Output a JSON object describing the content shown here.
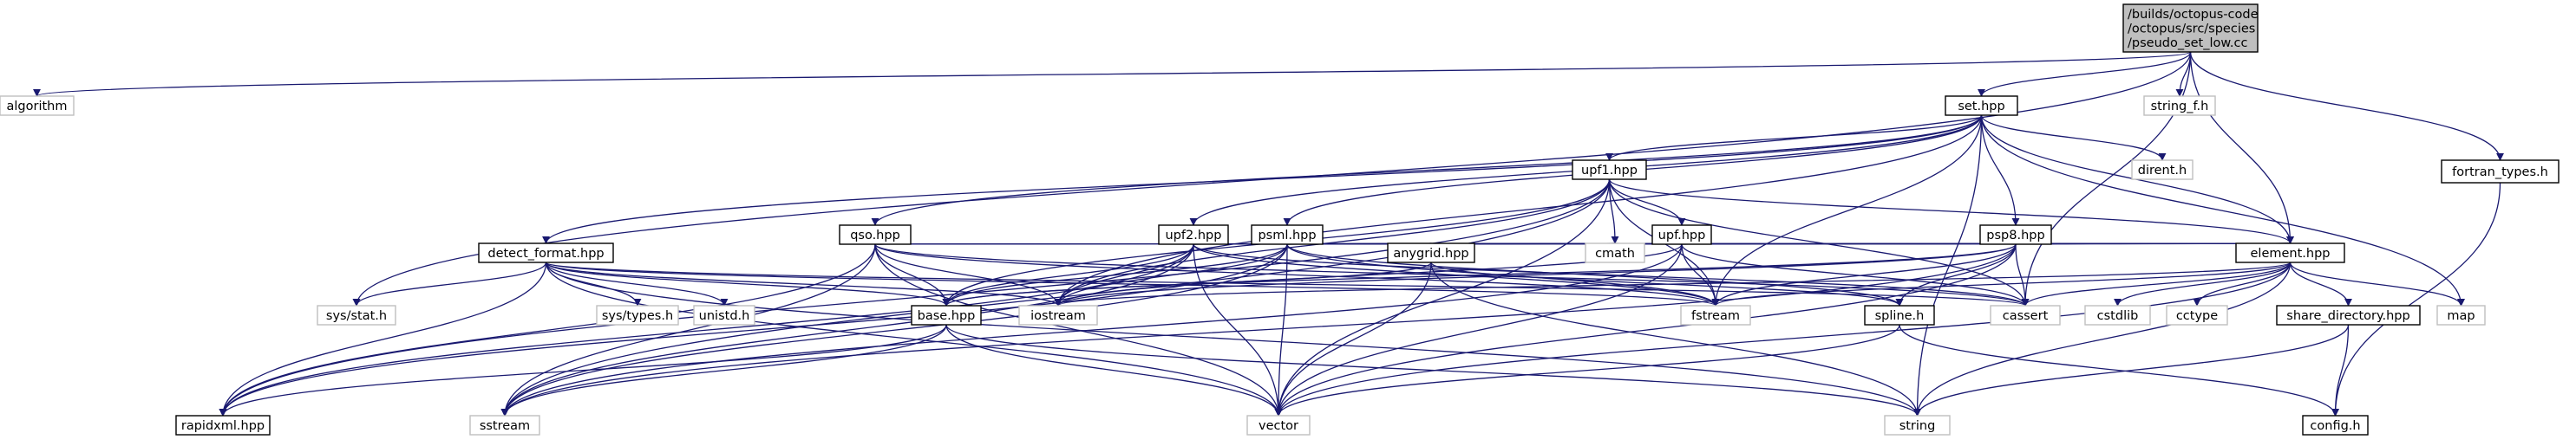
{
  "title": "/builds/octopus-code/octopus/src/species/pseudo_set_low.cc",
  "colors": {
    "edge": "#191970",
    "root_fill": "#bfbfbf",
    "root_border": "#000000",
    "doc_border": "#000000",
    "ext_border": "#bfbfbf",
    "ext_text": "#6f6f6f"
  },
  "nodes": {
    "root": {
      "lines": [
        "/builds/octopus-code",
        "/octopus/src/species",
        "/pseudo_set_low.cc"
      ],
      "kind": "root"
    },
    "algorithm": {
      "lines": [
        "algorithm"
      ],
      "kind": "ext"
    },
    "set": {
      "lines": [
        "set.hpp"
      ],
      "kind": "doc"
    },
    "string_f": {
      "lines": [
        "string_f.h"
      ],
      "kind": "ext"
    },
    "fortran": {
      "lines": [
        "fortran_types.h"
      ],
      "kind": "doc"
    },
    "upf1": {
      "lines": [
        "upf1.hpp"
      ],
      "kind": "doc"
    },
    "dirent": {
      "lines": [
        "dirent.h"
      ],
      "kind": "ext"
    },
    "qso": {
      "lines": [
        "qso.hpp"
      ],
      "kind": "doc"
    },
    "upf2": {
      "lines": [
        "upf2.hpp"
      ],
      "kind": "doc"
    },
    "psml": {
      "lines": [
        "psml.hpp"
      ],
      "kind": "doc"
    },
    "upf": {
      "lines": [
        "upf.hpp"
      ],
      "kind": "doc"
    },
    "psp8": {
      "lines": [
        "psp8.hpp"
      ],
      "kind": "doc"
    },
    "detect": {
      "lines": [
        "detect_format.hpp"
      ],
      "kind": "doc"
    },
    "anygrid": {
      "lines": [
        "anygrid.hpp"
      ],
      "kind": "doc"
    },
    "cmath": {
      "lines": [
        "cmath"
      ],
      "kind": "ext"
    },
    "element": {
      "lines": [
        "element.hpp"
      ],
      "kind": "doc"
    },
    "sysstat": {
      "lines": [
        "sys/stat.h"
      ],
      "kind": "ext"
    },
    "systypes": {
      "lines": [
        "sys/types.h"
      ],
      "kind": "ext"
    },
    "unistd": {
      "lines": [
        "unistd.h"
      ],
      "kind": "ext"
    },
    "base": {
      "lines": [
        "base.hpp"
      ],
      "kind": "doc"
    },
    "iostream": {
      "lines": [
        "iostream"
      ],
      "kind": "ext"
    },
    "fstream": {
      "lines": [
        "fstream"
      ],
      "kind": "ext"
    },
    "spline": {
      "lines": [
        "spline.h"
      ],
      "kind": "doc"
    },
    "cassert": {
      "lines": [
        "cassert"
      ],
      "kind": "ext"
    },
    "cstdlib": {
      "lines": [
        "cstdlib"
      ],
      "kind": "ext"
    },
    "cctype": {
      "lines": [
        "cctype"
      ],
      "kind": "ext"
    },
    "sharedir": {
      "lines": [
        "share_directory.hpp"
      ],
      "kind": "doc"
    },
    "map": {
      "lines": [
        "map"
      ],
      "kind": "ext"
    },
    "rapidxml": {
      "lines": [
        "rapidxml.hpp"
      ],
      "kind": "doc"
    },
    "sstream": {
      "lines": [
        "sstream"
      ],
      "kind": "ext"
    },
    "vector": {
      "lines": [
        "vector"
      ],
      "kind": "ext"
    },
    "string": {
      "lines": [
        "string"
      ],
      "kind": "ext"
    },
    "config": {
      "lines": [
        "config.h"
      ],
      "kind": "doc"
    }
  },
  "edges": [
    [
      "root",
      "algorithm"
    ],
    [
      "root",
      "set"
    ],
    [
      "root",
      "string_f"
    ],
    [
      "root",
      "fortran"
    ],
    [
      "root",
      "element"
    ],
    [
      "root",
      "sysstat"
    ],
    [
      "root",
      "cassert"
    ],
    [
      "fortran",
      "config"
    ],
    [
      "set",
      "upf1"
    ],
    [
      "set",
      "dirent"
    ],
    [
      "set",
      "qso"
    ],
    [
      "set",
      "upf2"
    ],
    [
      "set",
      "psml"
    ],
    [
      "set",
      "psp8"
    ],
    [
      "set",
      "detect"
    ],
    [
      "set",
      "element"
    ],
    [
      "set",
      "map"
    ],
    [
      "set",
      "string"
    ],
    [
      "set",
      "fstream"
    ],
    [
      "set",
      "iostream"
    ],
    [
      "upf1",
      "upf"
    ],
    [
      "upf1",
      "cmath"
    ],
    [
      "upf1",
      "element"
    ],
    [
      "upf1",
      "fstream"
    ],
    [
      "upf1",
      "iostream"
    ],
    [
      "upf1",
      "vector"
    ],
    [
      "upf1",
      "sstream"
    ],
    [
      "upf1",
      "rapidxml"
    ],
    [
      "upf1",
      "base"
    ],
    [
      "upf1",
      "cassert"
    ],
    [
      "qso",
      "rapidxml"
    ],
    [
      "qso",
      "sstream"
    ],
    [
      "qso",
      "base"
    ],
    [
      "qso",
      "iostream"
    ],
    [
      "qso",
      "cmath"
    ],
    [
      "qso",
      "element"
    ],
    [
      "qso",
      "vector"
    ],
    [
      "qso",
      "fstream"
    ],
    [
      "qso",
      "cassert"
    ],
    [
      "upf2",
      "rapidxml"
    ],
    [
      "upf2",
      "sstream"
    ],
    [
      "upf2",
      "base"
    ],
    [
      "upf2",
      "iostream"
    ],
    [
      "upf2",
      "vector"
    ],
    [
      "upf2",
      "cmath"
    ],
    [
      "upf2",
      "element"
    ],
    [
      "upf2",
      "fstream"
    ],
    [
      "upf2",
      "anygrid"
    ],
    [
      "upf2",
      "cassert"
    ],
    [
      "psml",
      "anygrid"
    ],
    [
      "psml",
      "base"
    ],
    [
      "psml",
      "vector"
    ],
    [
      "psml",
      "element"
    ],
    [
      "psml",
      "rapidxml"
    ],
    [
      "psml",
      "iostream"
    ],
    [
      "psml",
      "cmath"
    ],
    [
      "psml",
      "spline"
    ],
    [
      "psml",
      "fstream"
    ],
    [
      "psml",
      "sstream"
    ],
    [
      "upf",
      "anygrid"
    ],
    [
      "upf",
      "cmath"
    ],
    [
      "upf",
      "fstream"
    ],
    [
      "upf",
      "vector"
    ],
    [
      "upf",
      "iostream"
    ],
    [
      "upf",
      "cassert"
    ],
    [
      "upf",
      "element"
    ],
    [
      "upf",
      "sstream"
    ],
    [
      "psp8",
      "cmath"
    ],
    [
      "psp8",
      "element"
    ],
    [
      "psp8",
      "fstream"
    ],
    [
      "psp8",
      "iostream"
    ],
    [
      "psp8",
      "cassert"
    ],
    [
      "psp8",
      "vector"
    ],
    [
      "psp8",
      "spline"
    ],
    [
      "psp8",
      "sstream"
    ],
    [
      "psp8",
      "base"
    ],
    [
      "detect",
      "sysstat"
    ],
    [
      "detect",
      "systypes"
    ],
    [
      "detect",
      "unistd"
    ],
    [
      "detect",
      "base"
    ],
    [
      "detect",
      "fstream"
    ],
    [
      "detect",
      "rapidxml"
    ],
    [
      "detect",
      "string"
    ],
    [
      "detect",
      "vector"
    ],
    [
      "detect",
      "iostream"
    ],
    [
      "detect",
      "cassert"
    ],
    [
      "anygrid",
      "base"
    ],
    [
      "anygrid",
      "vector"
    ],
    [
      "anygrid",
      "string"
    ],
    [
      "anygrid",
      "spline"
    ],
    [
      "element",
      "map"
    ],
    [
      "element",
      "string"
    ],
    [
      "element",
      "cassert"
    ],
    [
      "element",
      "cstdlib"
    ],
    [
      "element",
      "cctype"
    ],
    [
      "element",
      "sharedir"
    ],
    [
      "element",
      "fstream"
    ],
    [
      "element",
      "iostream"
    ],
    [
      "element",
      "vector"
    ],
    [
      "base",
      "rapidxml"
    ],
    [
      "base",
      "sstream"
    ],
    [
      "base",
      "vector"
    ],
    [
      "base",
      "string"
    ],
    [
      "spline",
      "vector"
    ],
    [
      "spline",
      "config"
    ],
    [
      "sharedir",
      "config"
    ],
    [
      "sharedir",
      "string"
    ]
  ]
}
